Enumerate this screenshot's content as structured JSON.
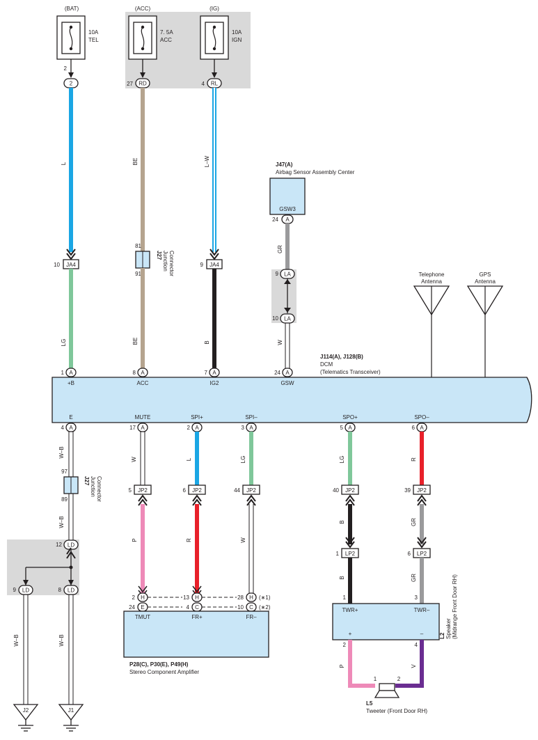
{
  "power": {
    "bat": "(BAT)",
    "acc": "(ACC)",
    "ig": "(IG)",
    "fuse_tel": [
      "10A",
      "TEL"
    ],
    "fuse_acc": [
      "7. 5A",
      "ACC"
    ],
    "fuse_ign": [
      "10A",
      "IGN"
    ]
  },
  "pins": {
    "tel_pin": "2",
    "tel_conn": "2",
    "acc_pin": "27",
    "acc_conn": "RD",
    "ign_pin": "4",
    "ign_conn": "RL"
  },
  "wires": {
    "L": "L",
    "BE": "BE",
    "LW": "L–W",
    "GR": "GR",
    "LG": "LG",
    "B": "B",
    "W": "W",
    "WB": "W–B",
    "R": "R",
    "P": "P",
    "V": "V"
  },
  "connectors": {
    "ja4": "JA4",
    "jp2": "JP2",
    "lp2": "LP2",
    "la": "LA",
    "ld": "LD",
    "pin10": "10",
    "pin9": "9",
    "pin81": "81",
    "pin91": "91",
    "pin97": "97",
    "pin89": "89",
    "pin5": "5",
    "pin6": "6",
    "pin44": "44",
    "pin40": "40",
    "pin39": "39",
    "pin1": "1",
    "pin12": "12",
    "pin8": "8"
  },
  "junction": {
    "code": "J27",
    "line1": "Junction",
    "line2": "Connector"
  },
  "airbag": {
    "code": "J47(A)",
    "name": "Airbag Sensor Assembly Center",
    "terminal": "GSW3",
    "pin": "24",
    "conn": "A"
  },
  "antennas": {
    "telephone": [
      "Telephone",
      "Antenna"
    ],
    "gps": [
      "GPS",
      "Antenna"
    ]
  },
  "dcm": {
    "code": "J114(A), J128(B)",
    "name": "DCM",
    "desc": "(Telematics Transceiver)",
    "top_pins": [
      {
        "num": "1",
        "conn": "A",
        "label": "+B"
      },
      {
        "num": "8",
        "conn": "A",
        "label": "ACC"
      },
      {
        "num": "7",
        "conn": "A",
        "label": "IG2"
      },
      {
        "num": "24",
        "conn": "A",
        "label": "GSW"
      }
    ],
    "bottom_pins": [
      {
        "num": "4",
        "conn": "A",
        "label": "E"
      },
      {
        "num": "17",
        "conn": "A",
        "label": "MUTE"
      },
      {
        "num": "2",
        "conn": "A",
        "label": "SPI+"
      },
      {
        "num": "3",
        "conn": "A",
        "label": "SPI–"
      },
      {
        "num": "5",
        "conn": "A",
        "label": "SPO+"
      },
      {
        "num": "6",
        "conn": "A",
        "label": "SPO–"
      }
    ]
  },
  "amp": {
    "code": "P28(C), P30(E), P49(H)",
    "name": "Stereo Component Amplifier",
    "labels": [
      "TMUT",
      "FR+",
      "FR–"
    ],
    "h_pins": [
      "2",
      "13",
      "28"
    ],
    "e_pins": [
      "24",
      "4",
      "10"
    ],
    "h_conn": "H",
    "e_conns": [
      "E",
      "C",
      "C"
    ],
    "note1": "(∗1)",
    "note2": "(∗2)"
  },
  "speaker": {
    "code": "L2",
    "name": "Speaker",
    "desc": "(Midrange Front Door RH)",
    "labels": [
      "TWR+",
      "TWR–"
    ],
    "top_pins": [
      "1",
      "3"
    ],
    "plus": "+",
    "minus": "–",
    "bottom_pins": [
      "2",
      "4"
    ]
  },
  "tweeter": {
    "code": "L5",
    "name": "Tweeter (Front Door RH)",
    "pins": [
      "1",
      "2"
    ]
  },
  "grounds": {
    "j2": "J2",
    "j1": "J1"
  },
  "colors": {
    "blue": "#1aa6e4",
    "tan": "#b5a48f",
    "lightgreen": "#7fc79a",
    "black": "#231f20",
    "gray": "#9a9a9c",
    "red": "#e8202a",
    "pink": "#ee8ab8",
    "purple": "#6a2d91",
    "component": "#c9e6f7"
  }
}
